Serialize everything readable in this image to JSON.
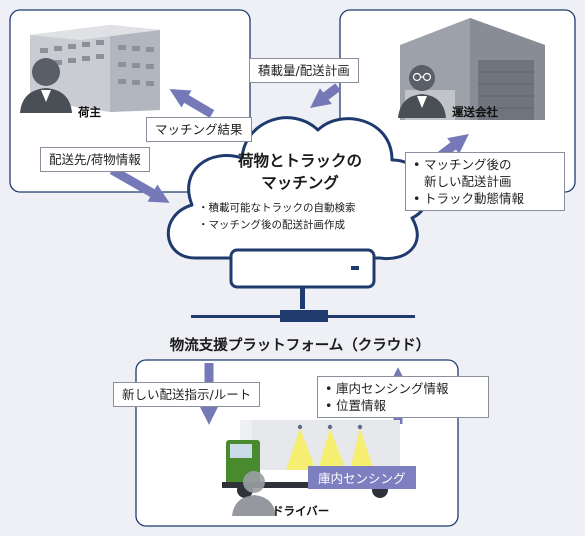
{
  "actors": {
    "shipper": "荷主",
    "carrier": "運送会社",
    "driver": "ドライバー"
  },
  "cloud": {
    "title_line1": "荷物とトラックの",
    "title_line2": "マッチング",
    "bullets": [
      "積載可能なトラックの自動検索",
      "マッチング後の配送計画作成"
    ]
  },
  "platform": {
    "name": "物流支援プラットフォーム（クラウド）"
  },
  "flows": {
    "load_plan": "積載量/配送計画",
    "matching_result": "マッチング結果",
    "dest_cargo": "配送先/荷物情報",
    "carrier_info": [
      "マッチング後の",
      "新しい配送計画",
      "トラック動態情報"
    ],
    "new_instruction": "新しい配送指示/ルート",
    "sensing_info": [
      "庫内センシング情報",
      "位置情報"
    ]
  },
  "truck": {
    "sensing_label": "庫内センシング"
  },
  "colors": {
    "arrow": "#7579b8",
    "cloud_outline": "#1f3b6e",
    "frame_border": "#1f3b6e",
    "sensing_label_bg": "#7d7fc1",
    "truck_cab": "#4a8a2e"
  }
}
